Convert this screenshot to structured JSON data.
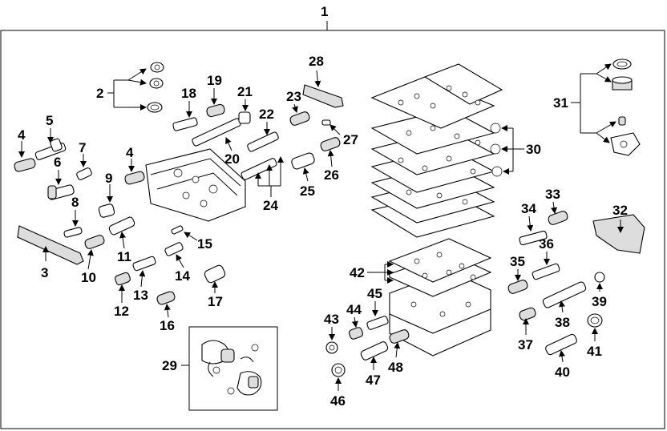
{
  "diagram": {
    "labels": [
      "1",
      "2",
      "3",
      "4",
      "4",
      "5",
      "6",
      "7",
      "8",
      "9",
      "10",
      "11",
      "12",
      "13",
      "14",
      "15",
      "16",
      "17",
      "18",
      "19",
      "20",
      "21",
      "22",
      "23",
      "24",
      "25",
      "26",
      "27",
      "28",
      "29",
      "30",
      "31",
      "32",
      "33",
      "34",
      "35",
      "36",
      "37",
      "38",
      "39",
      "40",
      "41",
      "42",
      "43",
      "44",
      "45",
      "46",
      "47",
      "48"
    ]
  }
}
